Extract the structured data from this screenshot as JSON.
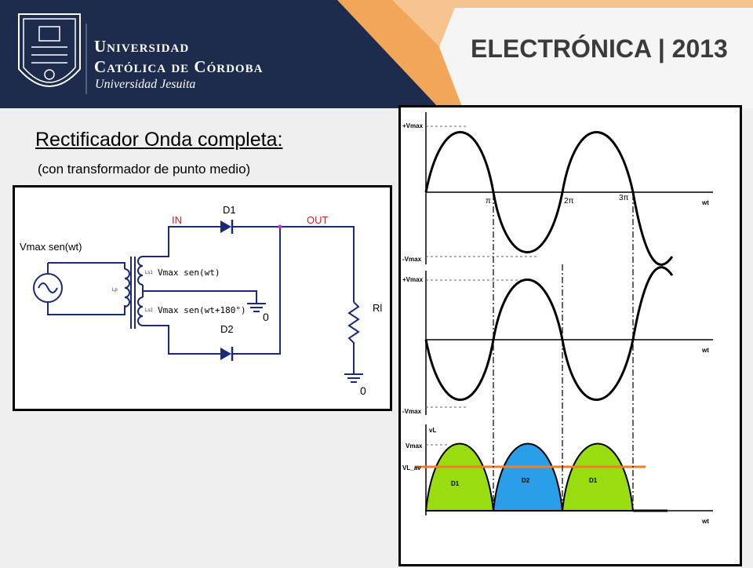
{
  "header": {
    "university_line1": "Universidad",
    "university_line2": "Católica de Córdoba",
    "university_line3": "Universidad Jesuita",
    "course": "ELECTRÓNICA | 2013"
  },
  "slide": {
    "title": "Rectificador  Onda completa:",
    "subtitle": "(con transformador de punto medio)"
  },
  "circuit": {
    "d1": "D1",
    "d2": "D2",
    "in": "IN",
    "out": "OUT",
    "source": "Vmax sen(wt)",
    "ls1_voltage": "Vmax sen(wt)",
    "ls2_voltage": "Vmax sen(wt+180°)",
    "lp": "Lp",
    "ls1": "Ls1",
    "ls2": "Ls2",
    "rl": "Rl",
    "ground1": "0",
    "ground2": "0"
  },
  "waveforms": {
    "vmax_pos": "+Vmax",
    "vmax_neg": "-Vmax",
    "pi": "π",
    "two_pi": "2π",
    "three_pi": "3π",
    "wt": "wt",
    "vl": "vL",
    "vmax": "Vmax",
    "vl_av": "VL_av",
    "d1": "D1",
    "d2": "D2",
    "d1b": "D1"
  },
  "colors": {
    "header_bg": "#1d2b4c",
    "accent_orange": "#f08a24",
    "fill_green": "#99dd11",
    "fill_blue": "#2a9ee8",
    "average_line": "#f07d28"
  }
}
